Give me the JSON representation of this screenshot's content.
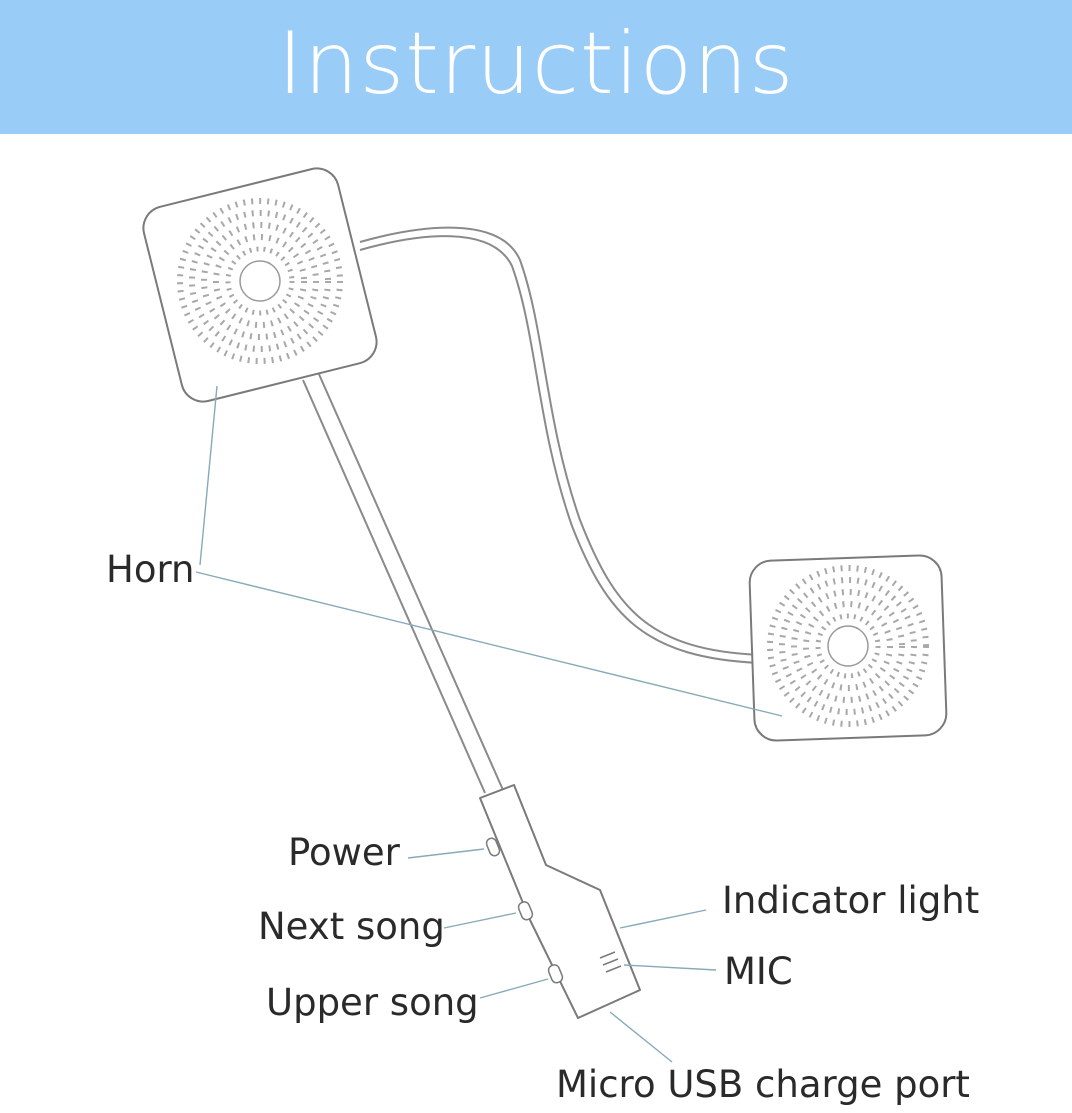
{
  "header": {
    "title": "Instructions"
  },
  "labels": {
    "horn": "Horn",
    "power": "Power",
    "next_song": "Next song",
    "upper_song": "Upper song",
    "indicator_light": "Indicator light",
    "mic": "MIC",
    "micro_usb": "Micro USB charge port"
  },
  "colors": {
    "header_bg": "#99ccf7",
    "outline": "#7a7a7a",
    "leader_line": "#86aab8"
  }
}
